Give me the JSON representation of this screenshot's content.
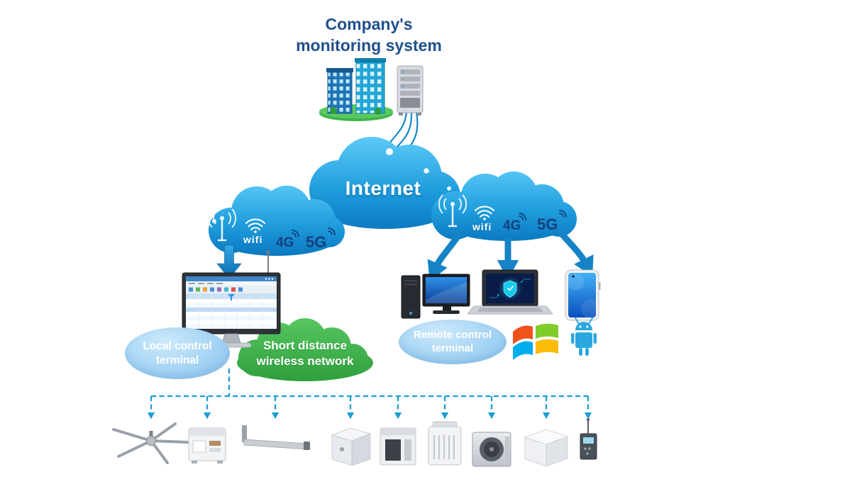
{
  "title": {
    "line1": "Company's",
    "line2": "monitoring system"
  },
  "internet": {
    "label": "Internet"
  },
  "left_cloud": {
    "wifi": "wifi",
    "net4g": "4G",
    "net5g": "5G"
  },
  "right_cloud": {
    "wifi": "wifi",
    "net4g": "4G",
    "net5g": "5G"
  },
  "bubbles": {
    "local_control": "Local control terminal",
    "short_distance_wireless": "Short distance wireless network",
    "remote_control": "Remote control terminal"
  },
  "colors": {
    "title_navy": "#20508C",
    "cloud_blue_light": "#5BC9F7",
    "cloud_blue_deep": "#0A76BE",
    "network_label_navy": "#16407E",
    "bubble_blue": "#A5D4F4",
    "green_cloud": "#3DB54A",
    "dashed_line_blue": "#1E9CD7",
    "arrow_blue": "#1583C6",
    "windows_logo": [
      "#F1511B",
      "#80CC28",
      "#00ADEF",
      "#FBBC09"
    ],
    "android_robot": "#2BA7DF"
  },
  "icon_names": [
    "company-buildings-icon",
    "server-rack-icon",
    "internet-cloud",
    "antenna-icon",
    "wifi-signal-icon",
    "down-arrow",
    "local-terminal-monitor-icon",
    "desktop-pc-icon",
    "laptop-icon",
    "smartphone-icon",
    "windows-logo-icon",
    "android-logo-icon",
    "hvls-fan-icon",
    "control-unit-icon",
    "duct-sensor-icon",
    "ahu-cube-icon",
    "heat-recovery-unit-icon",
    "ventilation-unit-icon",
    "exhaust-fan-icon",
    "air-box-icon",
    "wireless-controller-icon"
  ]
}
